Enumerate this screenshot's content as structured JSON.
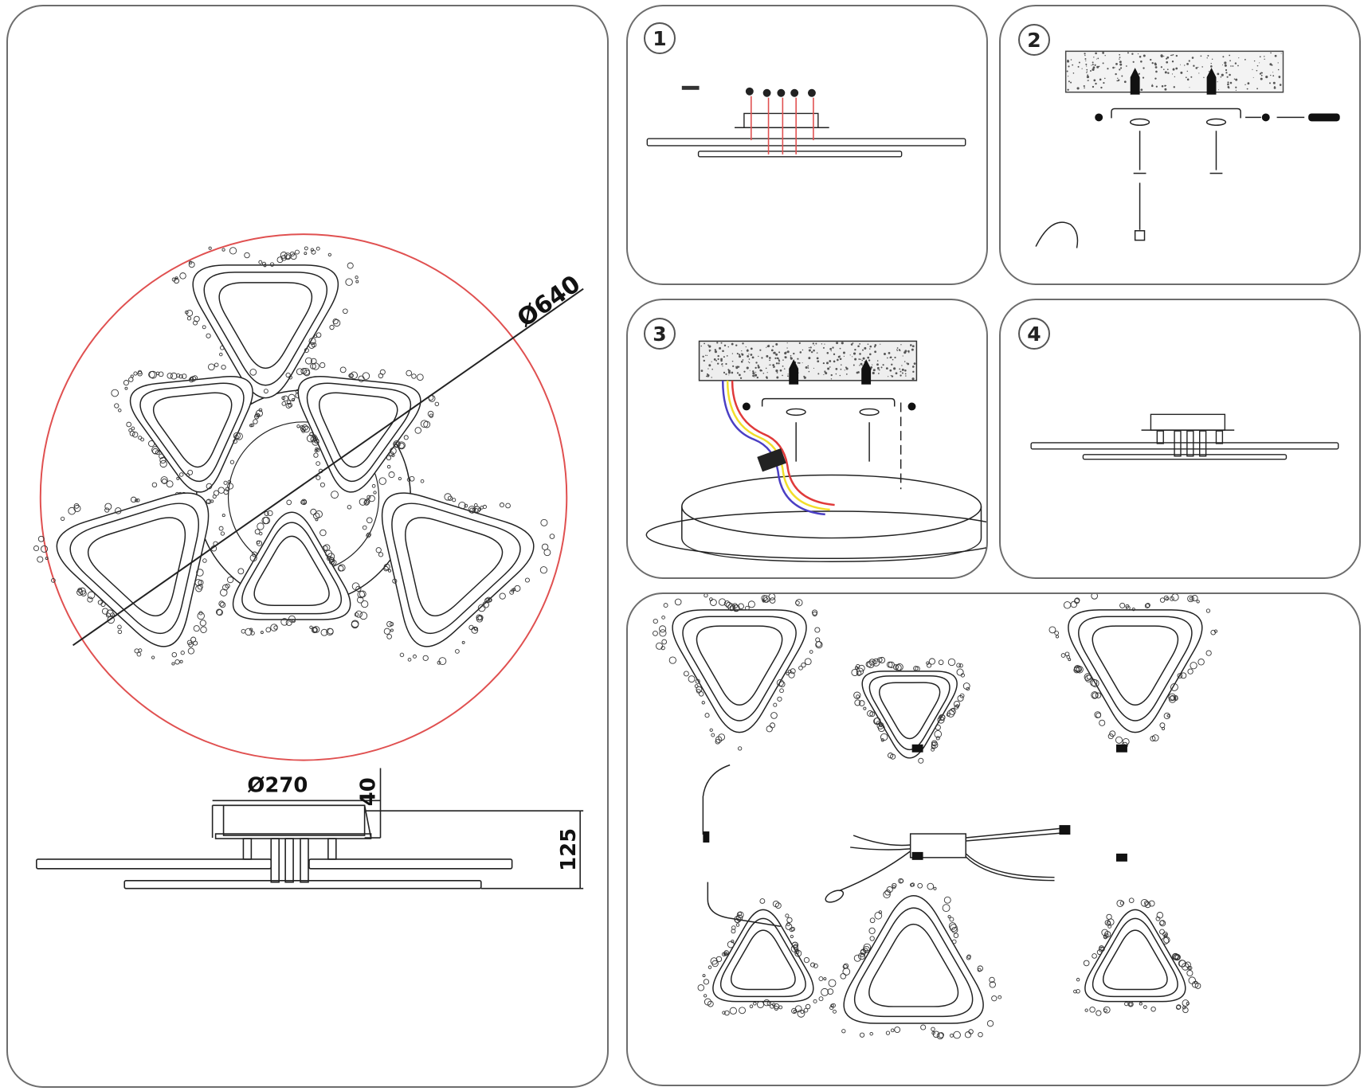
{
  "title": "LED ceiling light — dimensions and installation diagram",
  "colors": {
    "outline": "#6d6d6d",
    "line": "#222222",
    "dimension_circle": "#e05050",
    "screw_guides": "#e05050",
    "wire_blue": "#4b3fc4",
    "wire_yellow": "#f2de2a",
    "wire_red": "#e03a3a"
  },
  "dimensions_panel": {
    "overall_diameter": "Ø640",
    "base_diameter": "Ø270",
    "base_height": "40",
    "total_height": "125",
    "ring_count": 6
  },
  "steps": [
    {
      "number": "1",
      "description": "Attach the canopy to the light body with 5 screws"
    },
    {
      "number": "2",
      "description": "Drill ceiling, insert anchors, fix mounting bracket with screws"
    },
    {
      "number": "3",
      "description": "Connect supply wires (blue, yellow, red) to terminal block and attach canopy to bracket"
    },
    {
      "number": "4",
      "description": "Assembled light mounted on ceiling"
    }
  ],
  "wiring_panel": {
    "description": "Wiring of 6 LED rings to driver via connectors",
    "ring_count": 6,
    "driver_label": ""
  }
}
